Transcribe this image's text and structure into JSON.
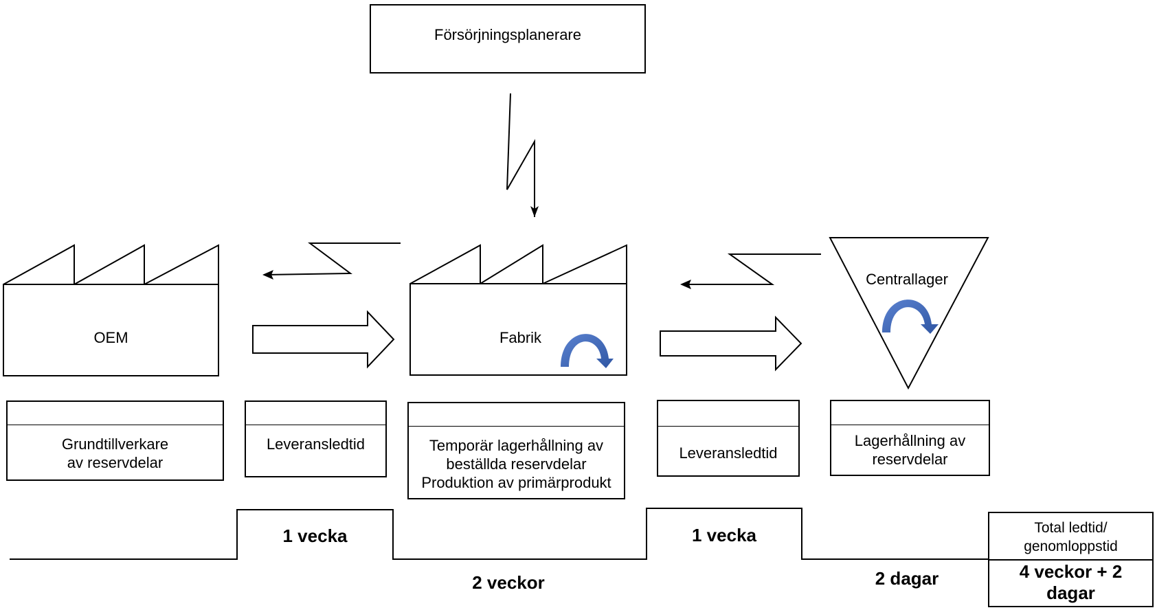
{
  "title": "Värdeflödesanalys reservdelsförsörjning",
  "planner": {
    "label": "Försörjningsplanerare"
  },
  "entities": {
    "oem": {
      "label": "OEM",
      "icon": "factory-icon"
    },
    "factory": {
      "label": "Fabrik",
      "icon": "factory-icon",
      "cycle_icon": "curved-arrow-icon"
    },
    "warehouse": {
      "label": "Centrallager",
      "icon": "inventory-triangle-icon",
      "cycle_icon": "curved-arrow-icon"
    }
  },
  "data_boxes": [
    {
      "name": "oem-info",
      "lines": [
        "Grundtillverkare",
        "av reservdelar"
      ]
    },
    {
      "name": "delivery-1-info",
      "lines": [
        "Leveransledtid"
      ]
    },
    {
      "name": "factory-info",
      "lines": [
        "Temporär lagerhållning av",
        "beställda reservdelar",
        "Produktion av primärprodukt"
      ]
    },
    {
      "name": "delivery-2-info",
      "lines": [
        "Leveransledtid"
      ]
    },
    {
      "name": "warehouse-info",
      "lines": [
        "Lagerhållning av",
        "reservdelar"
      ]
    }
  ],
  "timeline": {
    "segments": [
      {
        "label": "1 vecka",
        "level": "high"
      },
      {
        "label": "2 veckor",
        "level": "low"
      },
      {
        "label": "1 vecka",
        "level": "high"
      },
      {
        "label": "2 dagar",
        "level": "low"
      }
    ],
    "total": {
      "header_lines": [
        "Total ledtid/",
        "genomloppstid"
      ],
      "value_lines": [
        "4 veckor + 2",
        "dagar"
      ]
    }
  },
  "colors": {
    "stroke": "#000000",
    "cycle_arrow": "#4a72c4",
    "cycle_arrow_dark": "#2f56a3"
  }
}
